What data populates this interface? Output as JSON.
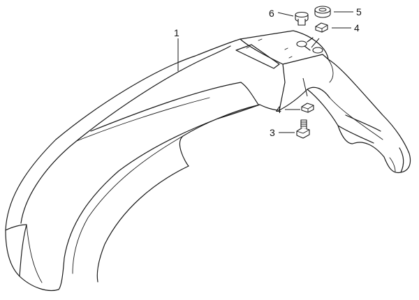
{
  "callouts": {
    "fender": "1",
    "bolt": "3",
    "nut_top": "4",
    "nut_lower": "4",
    "cushion": "5",
    "plug": "6"
  }
}
